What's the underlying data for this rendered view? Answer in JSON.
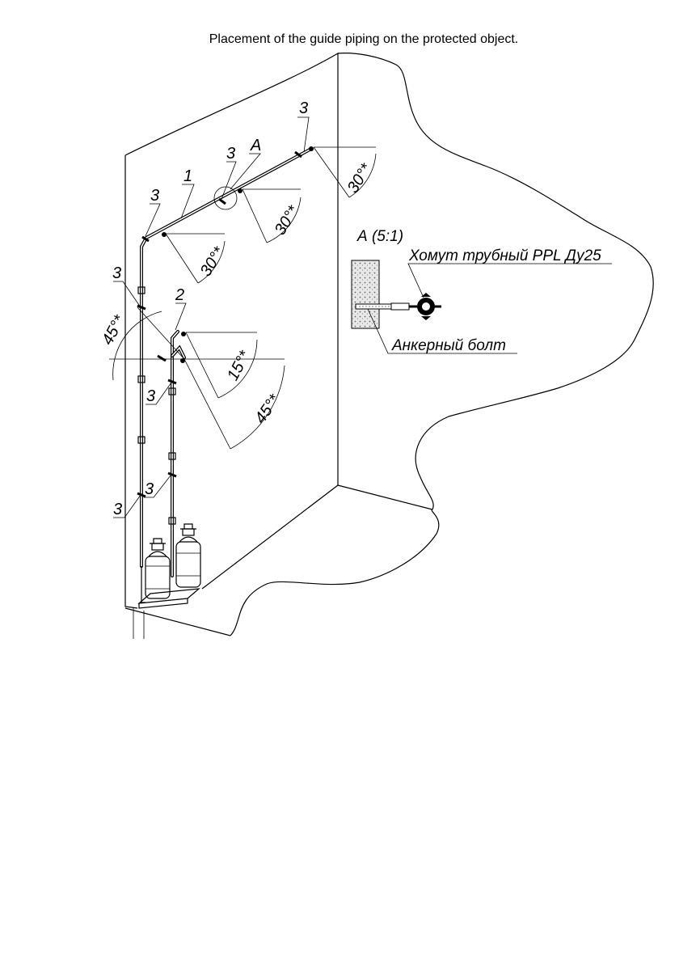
{
  "caption": "Placement of the guide piping on the protected object.",
  "labels": {
    "clamp_position": "3",
    "pipe_1": "1",
    "pipe_2": "2",
    "detail_marker": "A"
  },
  "angles": {
    "a30": "30°*",
    "a45": "45°*",
    "a15": "15°*"
  },
  "detail": {
    "title": "А (5:1)",
    "clamp_label": "Хомут трубный PPL Ду25",
    "bolt_label": "Анкерный болт"
  }
}
